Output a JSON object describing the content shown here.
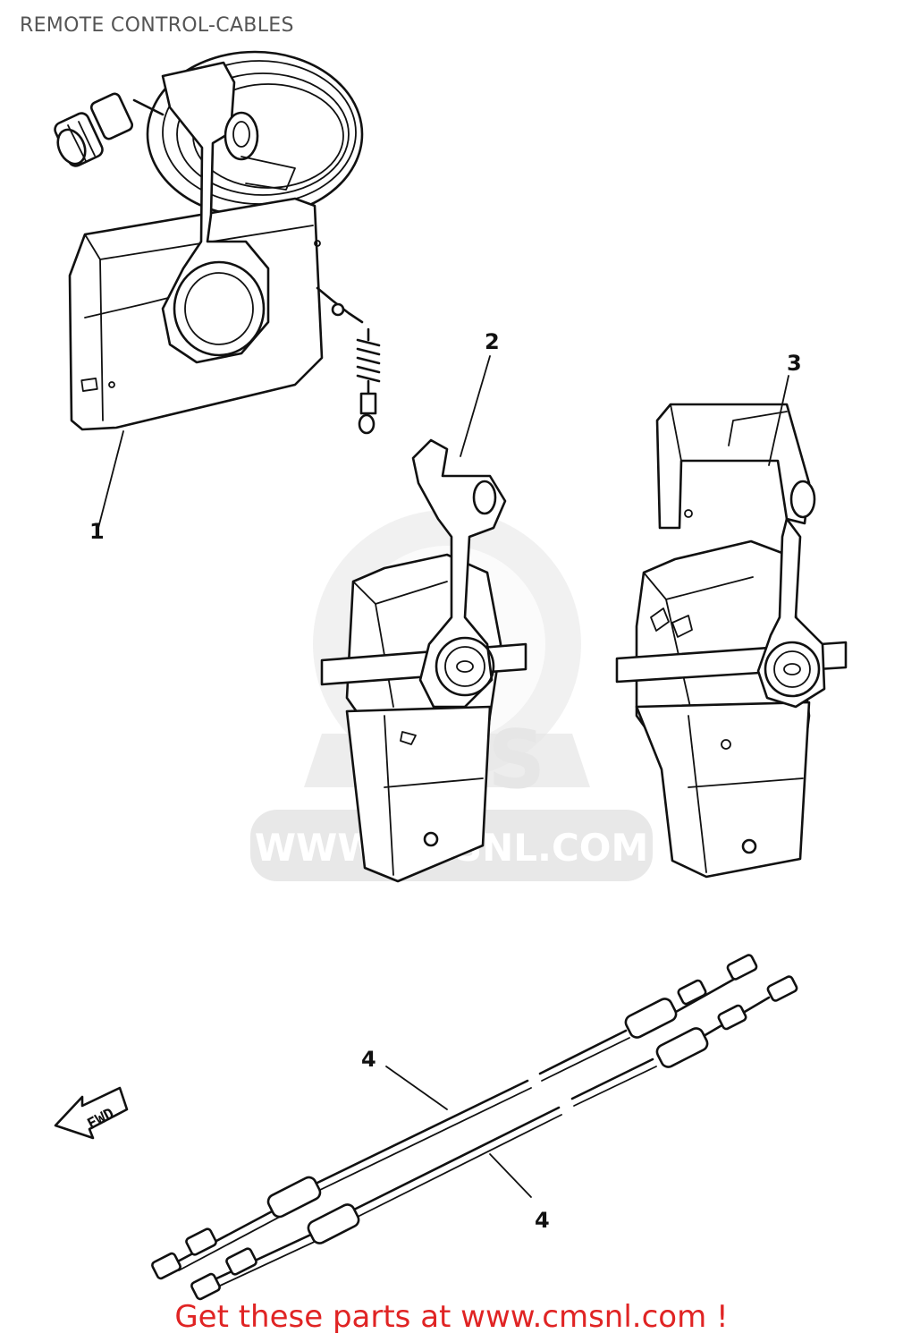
{
  "title": "REMOTE CONTROL-CABLES",
  "callouts": [
    "1",
    "2",
    "3",
    "4",
    "4"
  ],
  "direction_label": "FWD",
  "watermark": {
    "brand": "CMS",
    "url": "WWW.CMSNL.COM"
  },
  "cta": {
    "text": "Get these parts at www.cmsnl.com !",
    "color": "#e02424"
  },
  "colors": {
    "line": "#111111",
    "title": "#555555",
    "watermark": "#e6e6e6"
  }
}
